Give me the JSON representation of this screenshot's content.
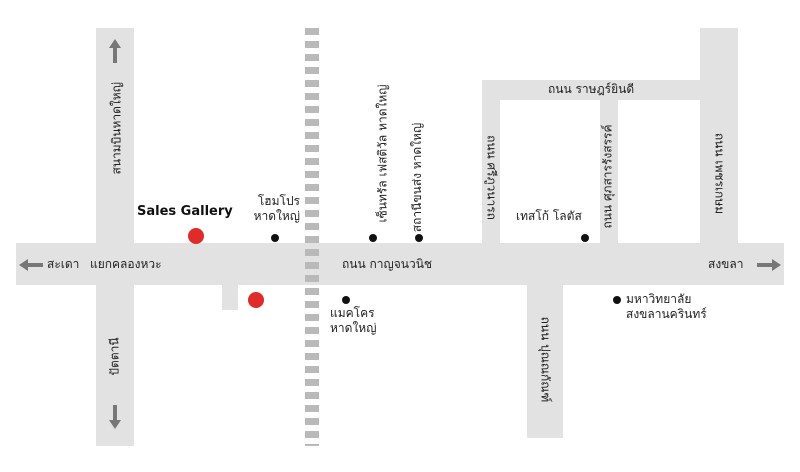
{
  "labels": {
    "sadao": "สะเดา",
    "khlonghae_junction": "แยกคลองหวะ",
    "kanjanavanich_road": "ถนน กาญจนวนิช",
    "songkhla": "สงขลา",
    "hatyai_airport": "สนามบินหาดใหญ่",
    "pattani": "ปัตตานี",
    "sriphuwanart_road": "ถนน ศรีภูวนารถ",
    "ratchayindee_road": "ถนน ราษฎร์ยินดี",
    "supasarnrangsan_road": "ถนน ศุภสารรังสรรค์",
    "petchkasem_road": "ถนน เพชรเกษม",
    "pukmontri_road": "ถนน ปุณณกัณฑ์",
    "sales_gallery": "Sales Gallery",
    "homepro_l1": "โฮมโปร",
    "homepro_l2": "หาดใหญ่",
    "central_festival": "เซ็นทรัล เฟสติวัล หาดใหญ่",
    "bus_terminal": "สถานีขนส่ง หาดใหญ่",
    "tesco_lotus": "เทสโก้ โลตัส",
    "makro_l1": "แมคโคร",
    "makro_l2": "หาดใหญ่",
    "psu_l1": "มหาวิทยาลัย",
    "psu_l2": "สงขลานครินทร์"
  },
  "colors": {
    "road": "#e2e2e2",
    "railway": "#b9b9b9",
    "sales_gallery_marker": "#e02b2b",
    "poi_marker": "#111111",
    "arrow": "#777777"
  },
  "icons": [
    "arrow-up-icon",
    "arrow-down-icon",
    "arrow-left-icon",
    "arrow-right-icon"
  ]
}
